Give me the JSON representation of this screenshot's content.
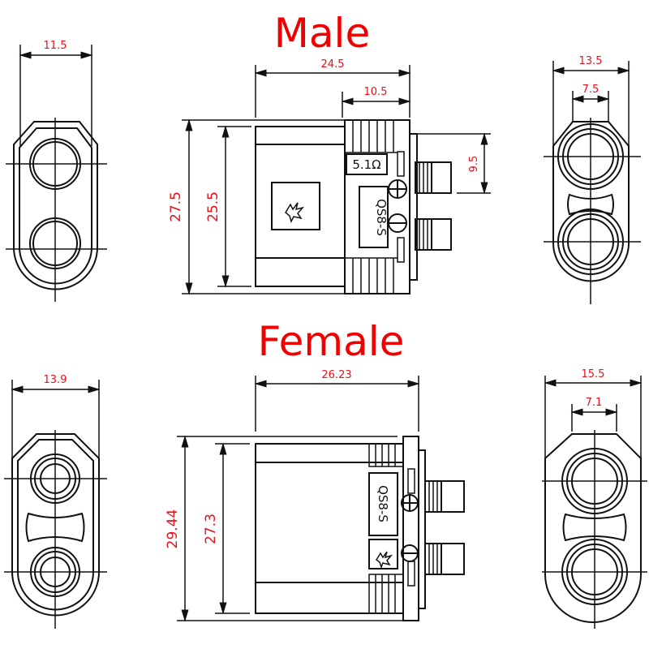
{
  "male": {
    "title": "Male",
    "end_view_left": {
      "width": "11.5"
    },
    "side_view": {
      "length": "24.5",
      "head_length": "10.5",
      "height_outer": "27.5",
      "height_inner": "25.5",
      "pin_spacing": "9.5",
      "resistor_label": "5.1Ω",
      "model_label": "QS8-S"
    },
    "end_view_right": {
      "width": "13.5",
      "inner_width": "7.5"
    }
  },
  "female": {
    "title": "Female",
    "end_view_left": {
      "width": "13.9"
    },
    "side_view": {
      "length": "26.23",
      "height_outer": "29.44",
      "height_inner": "27.3",
      "model_label": "QS8-S"
    },
    "end_view_right": {
      "width": "15.5",
      "inner_width": "7.1"
    }
  },
  "colors": {
    "dimension": "#e8101a",
    "title": "#f00000",
    "line": "#111111"
  }
}
